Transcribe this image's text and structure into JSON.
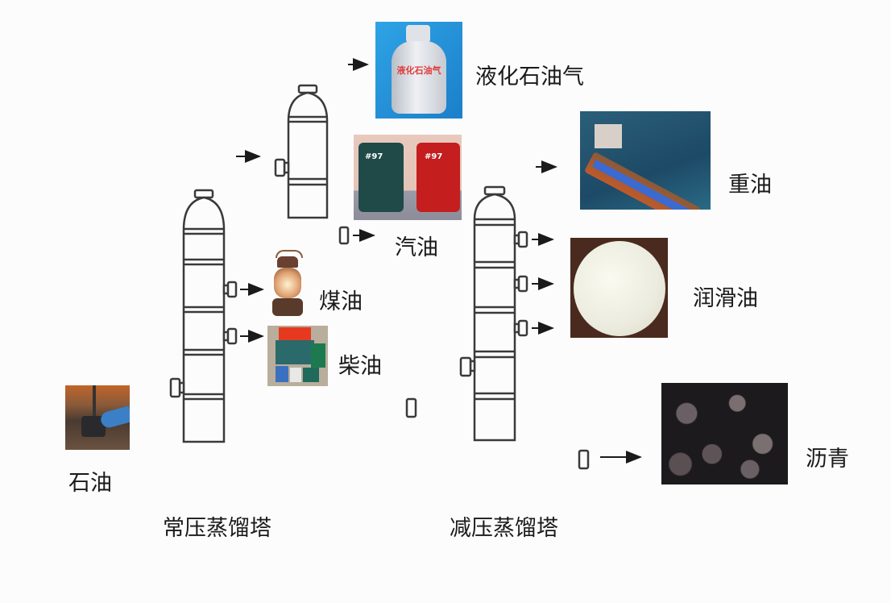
{
  "title": "石油分馏流程示意图",
  "towers": {
    "atmospheric": {
      "label": "常压蒸馏塔"
    },
    "vacuum": {
      "label": "减压蒸馏塔"
    }
  },
  "feed": {
    "label": "石油",
    "image": "crude-oil-photo"
  },
  "products": [
    {
      "label": "液化石油气",
      "image": "lpg-cylinder-photo",
      "source": "常压蒸馏塔"
    },
    {
      "label": "汽油",
      "image": "gasoline-cans-photo",
      "source": "常压蒸馏塔"
    },
    {
      "label": "煤油",
      "image": "kerosene-lantern-photo",
      "source": "常压蒸馏塔"
    },
    {
      "label": "柴油",
      "image": "diesel-engine-photo",
      "source": "常压蒸馏塔"
    },
    {
      "label": "重油",
      "image": "tanker-ship-photo",
      "source": "减压蒸馏塔"
    },
    {
      "label": "润滑油",
      "image": "grease-photo",
      "source": "减压蒸馏塔"
    },
    {
      "label": "沥青",
      "image": "asphalt-photo",
      "source": "减压蒸馏塔"
    }
  ],
  "photo_text": {
    "lpg": "液化石油气",
    "can": "#97"
  },
  "colors": {
    "line": "#3a3a3a",
    "background": "#fcfcfd"
  }
}
